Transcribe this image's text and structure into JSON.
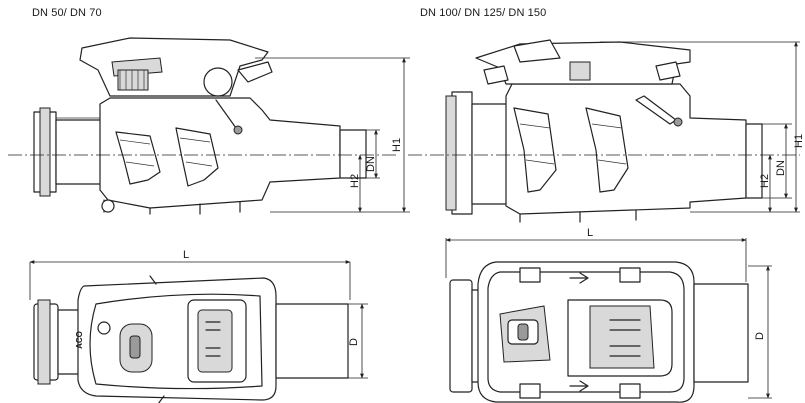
{
  "captions": {
    "left": "DN 50/ DN 70",
    "right": "DN 100/ DN 125/ DN 150"
  },
  "dimensions": {
    "h1": "H1",
    "h2": "H2",
    "dn": "DN",
    "l": "L",
    "d": "D"
  },
  "logo": "ACO"
}
